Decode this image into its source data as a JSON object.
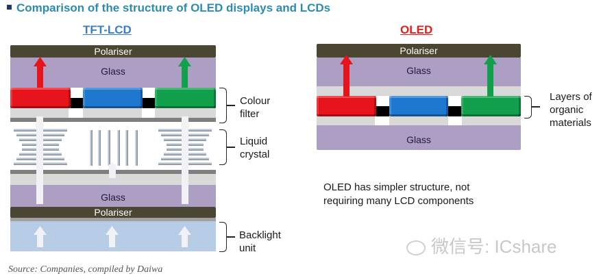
{
  "title": "Comparison of the structure of OLED displays and LCDs",
  "tft_lcd": {
    "heading": "TFT-LCD",
    "layers": {
      "polariser_top": "Polariser",
      "glass_top": "Glass",
      "glass_bottom": "Glass",
      "polariser_bottom": "Polariser"
    },
    "labels": {
      "colour_filter": [
        "Colour",
        "filter"
      ],
      "liquid_crystal": [
        "Liquid",
        "crystal"
      ],
      "backlight_unit": [
        "Backlight",
        "unit"
      ]
    },
    "subpixel_colors": [
      "#e8141c",
      "#1e78d0",
      "#12a04c"
    ]
  },
  "oled": {
    "heading": "OLED",
    "layers": {
      "polariser_top": "Polariser",
      "glass_top": "Glass",
      "glass_bottom": "Glass"
    },
    "labels": {
      "organic": [
        "Layers of",
        "organic",
        "materials"
      ]
    },
    "subpixel_colors": [
      "#e8141c",
      "#1e78d0",
      "#12a04c"
    ]
  },
  "note": [
    "OLED has simpler structure, not",
    "requiring many LCD components"
  ],
  "source": "Source: Companies, compiled by Daiwa",
  "watermark": "微信号: ICshare",
  "colors": {
    "title": "#2e8bb0",
    "tft_heading": "#3b7fc2",
    "oled_heading": "#e02020",
    "polariser": "#4a4632",
    "glass": "#ad9fc4",
    "backlight": "#b7cde6"
  }
}
